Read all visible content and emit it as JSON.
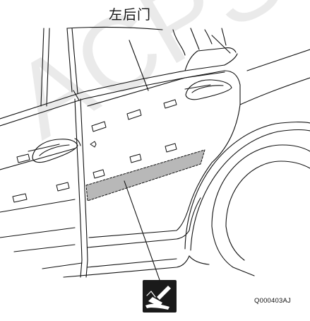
{
  "figure": {
    "callout_label": "左后门",
    "image_code": "Q000403AJ",
    "watermark_text": "ACPS",
    "colors": {
      "line": "#111111",
      "shaded_area": "#b8b8b8",
      "icon_background": "#1a1a1a",
      "icon_foreground": "#ffffff"
    },
    "icons": [
      "glue-brush-icon"
    ]
  }
}
